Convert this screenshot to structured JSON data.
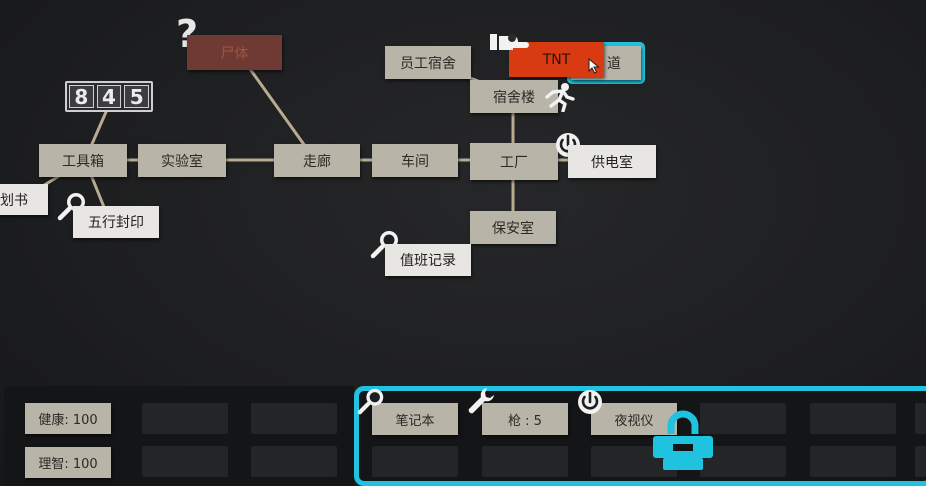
{
  "map": {
    "nodes": {
      "corpse": "尸体",
      "staff_dorm": "员工宿舍",
      "tnt": "TNT",
      "tunnel_partial": "道",
      "dorm_building": "宿舍楼",
      "toolbox": "工具箱",
      "lab": "实验室",
      "corridor": "走廊",
      "workshop": "车间",
      "factory": "工厂",
      "power_room": "供电室",
      "plan_partial": "划书",
      "five_elements_seal": "五行封印",
      "security_room": "保安室",
      "duty_log": "值班记录"
    },
    "code_lock_digits": [
      "8",
      "4",
      "5"
    ],
    "question_mark": "?"
  },
  "inventory": {
    "health": "健康: 100",
    "sanity": "理智: 100",
    "notebook": "笔记本",
    "gun": "枪 : 5",
    "night_vision": "夜视仪"
  },
  "icons": {
    "magnifier": "magnifier-icon",
    "wrench": "wrench-icon",
    "power": "power-icon",
    "hand": "hand-icon",
    "runner": "running-man-icon",
    "lock": "lock-icon",
    "cursor": "cursor-icon"
  },
  "colors": {
    "accent_cyan": "#1fc3e0",
    "tnt_red": "#d83a12",
    "card_tan": "#b9b4a8",
    "corpse_red": "#6e3a33"
  }
}
